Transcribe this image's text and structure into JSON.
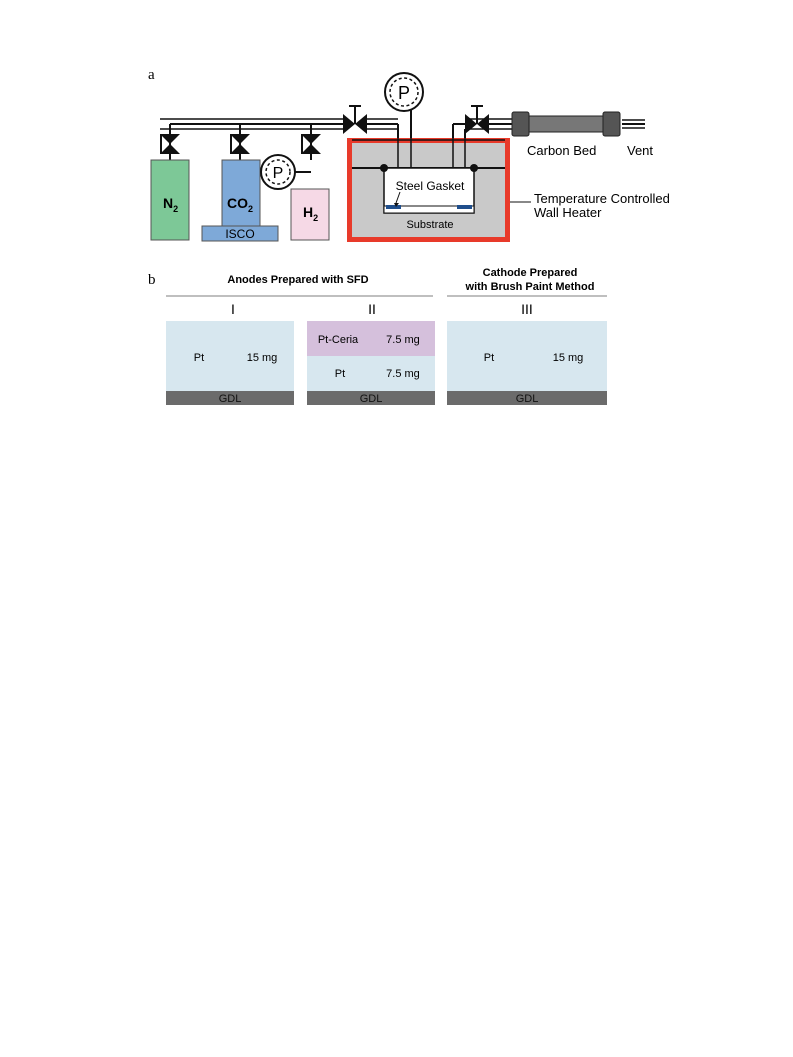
{
  "panel_a": {
    "letter": "a",
    "cylinders": {
      "n2": {
        "main": "N",
        "sub": "2",
        "color": "#7dc897"
      },
      "co2": {
        "main": "CO",
        "sub": "2",
        "color": "#7ea9d8"
      },
      "h2": {
        "main": "H",
        "sub": "2",
        "color": "#f6d9e6"
      }
    },
    "pump_label": "ISCO",
    "gauge_symbol": "P",
    "vessel": {
      "gasket_label": "Steel Gasket",
      "substrate_label": "Substrate",
      "heater_label_line1": "Temperature Controlled",
      "heater_label_line2": "Wall Heater",
      "heater_color": "#e83a2a"
    },
    "carbon_bed_label": "Carbon Bed",
    "vent_label": "Vent"
  },
  "panel_b": {
    "letter": "b",
    "anodes_header": "Anodes Prepared with SFD",
    "cathode_header_line1": "Cathode Prepared",
    "cathode_header_line2": "with Brush Paint Method",
    "columns": {
      "c1": {
        "numeral": "I",
        "name": "Pt",
        "mass": "15 mg"
      },
      "c2": {
        "numeral": "II",
        "top_name": "Pt-Ceria",
        "top_mass": "7.5 mg",
        "bottom_name": "Pt",
        "bottom_mass": "7.5 mg"
      },
      "c3": {
        "numeral": "III",
        "name": "Pt",
        "mass": "15 mg"
      }
    },
    "gdl_label": "GDL",
    "colors": {
      "pt_layer": "#d7e7ef",
      "ceria_layer": "#d5c0dc",
      "gdl": "#6b6b6b"
    }
  }
}
